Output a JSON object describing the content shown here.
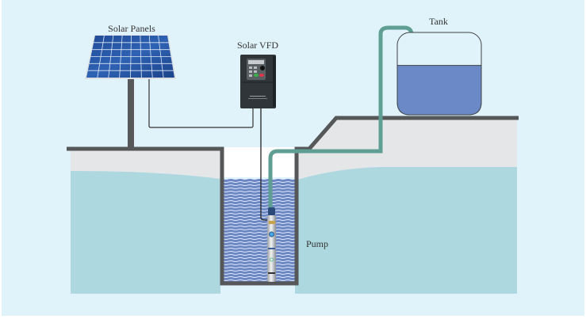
{
  "title": "Solar Water Pumping System",
  "labels": {
    "solar_panels": "Solar Panels",
    "solar_vfd": "Solar VFD",
    "tank": "Tank",
    "pump": "Pump"
  },
  "colors": {
    "background": "#e0f3fa",
    "ground_line": "#555759",
    "soil": "#e5e6e8",
    "groundwater": "#aed8df",
    "well_water": "#6c87c6",
    "tank_water": "#6a89c6",
    "pipe": "#5f9e93",
    "vfd_body": "#2f3538",
    "panel_blue": "#2452a0"
  },
  "tank": {
    "fill_level": 0.6
  }
}
